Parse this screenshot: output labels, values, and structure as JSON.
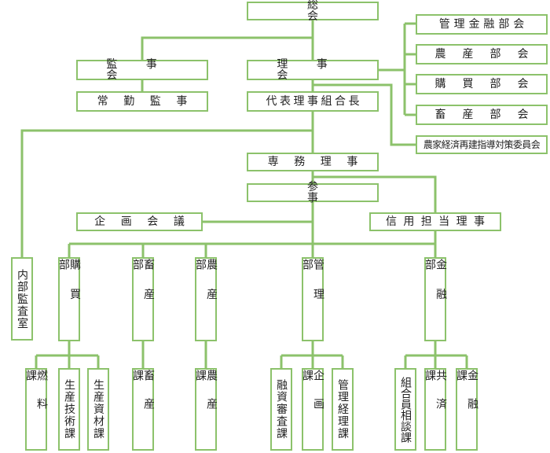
{
  "diagram": {
    "line_color": "#8cc26b",
    "text_color": "#222222",
    "nodes": {
      "soukai": "総会",
      "kanjikai": "監事会",
      "joukin_kanji": "常勤監事",
      "rijikai": "理事会",
      "daihyo": "代表理事組合長",
      "kanri_kinyu_bukai": "管理金融部会",
      "nousan_bukai": "農産部会",
      "koubai_bukai": "購買部会",
      "chikusan_bukai": "畜産部会",
      "keizai_iinkai": "農家経済再建指導対策委員会",
      "senmu": "専務理事",
      "sanji": "参事",
      "kikaku_kaigi": "企画会議",
      "shinyou_riji": "信用担当理事",
      "naibu_kansa": "内部監査室",
      "koubaibu": "購買部",
      "chikusanbu": "畜産部",
      "nousanbu": "農産部",
      "kanribu": "管理部",
      "kinyubu": "金融部",
      "nenryou": "燃料課",
      "seisan_gijutsu": "生産技術課",
      "seisan_shizai": "生産資材課",
      "chikusanka": "畜産課",
      "nousanka": "農産課",
      "yuushi_shinsa": "融資審査課",
      "kikakuka": "企画課",
      "kanri_keiri": "管理経理課",
      "kumiaiin_soudan": "組合員相談課",
      "kyousai": "共済課",
      "kinyuka": "金融課"
    }
  }
}
